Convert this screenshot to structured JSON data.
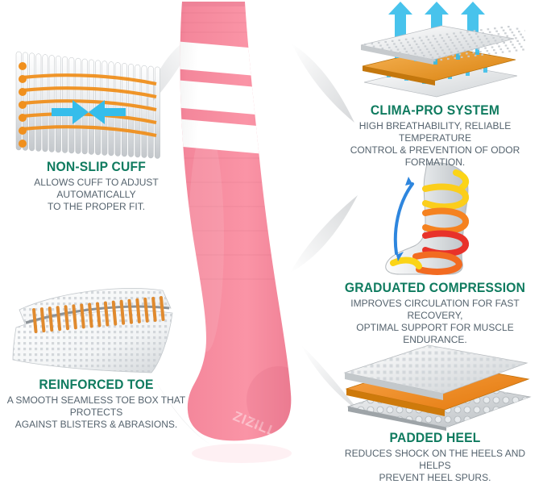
{
  "product": {
    "name": "knee-high compression sock",
    "sock_color": "#F4879B",
    "stripe_color": "#FFFFFF",
    "brand_text": "ZIZILL",
    "stripe_count": 3
  },
  "theme": {
    "background": "#FFFFFF",
    "title_color": "#0F7B5F",
    "body_color": "#55636E",
    "accent_orange": "#F0901E",
    "accent_cyan": "#35BDEB",
    "accent_red": "#E8322A",
    "accent_yellow": "#FBD417",
    "mesh_grey": "#D8DCDE",
    "wedge_grey": "#E9EAEC"
  },
  "features": [
    {
      "id": "non-slip-cuff",
      "title": "NON-SLIP CUFF",
      "body": "ALLOWS CUFF TO ADJUST AUTOMATICALLY\nTO THE PROPER FIT.",
      "icon": "ribbed-cuff-illustration",
      "side": "left"
    },
    {
      "id": "clima-pro-system",
      "title": "CLIMA-PRO SYSTEM",
      "body": "HIGH BREATHABILITY, RELIABLE TEMPERATURE\nCONTROL & PREVENTION OF ODOR FORMATION.",
      "icon": "layered-mesh-airflow-illustration",
      "side": "right"
    },
    {
      "id": "graduated-compression",
      "title": "GRADUATED COMPRESSION",
      "body": "IMPROVES CIRCULATION FOR FAST RECOVERY,\nOPTIMAL SUPPORT FOR MUSCLE ENDURANCE.",
      "icon": "leg-compression-bands-illustration",
      "side": "right"
    },
    {
      "id": "reinforced-toe",
      "title": "REINFORCED TOE",
      "body": "A SMOOTH SEAMLESS TOE BOX THAT PROTECTS\nAGAINST BLISTERS & ABRASIONS.",
      "icon": "folded-mesh-seam-illustration",
      "side": "left"
    },
    {
      "id": "padded-heel",
      "title": "PADDED HEEL",
      "body": "REDUCES SHOCK ON THE HEELS AND HELPS\nPREVENT HEEL SPURS.",
      "icon": "stacked-cushion-layers-illustration",
      "side": "right"
    }
  ]
}
